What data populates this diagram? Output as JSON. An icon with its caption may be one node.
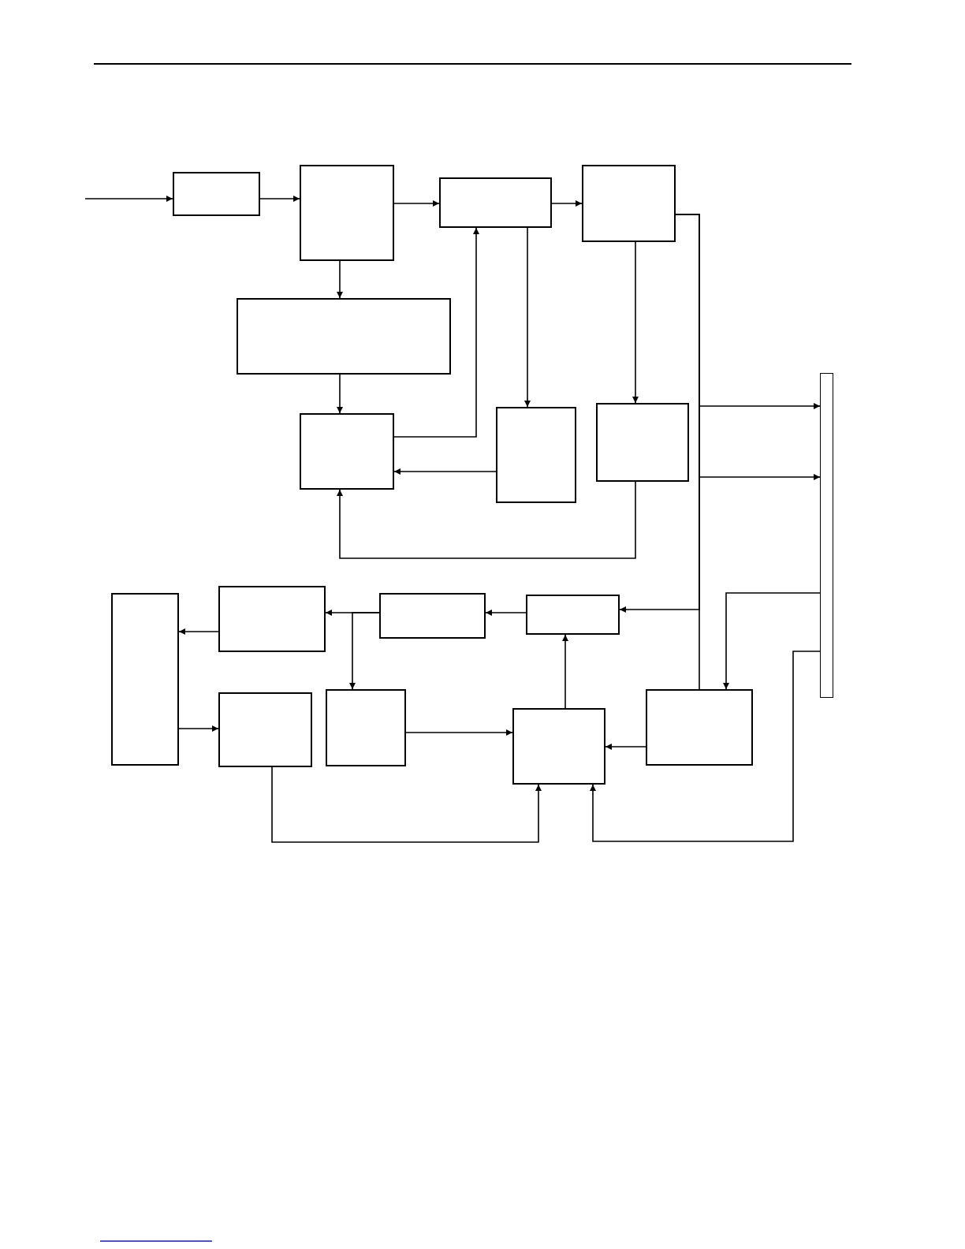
{
  "diagram": {
    "nodes": [
      {
        "text": [],
        "shape": "box"
      },
      {
        "text": [],
        "shape": "box"
      },
      {
        "text": [],
        "shape": "box"
      },
      {
        "text": [],
        "shape": "box"
      },
      {
        "text": [],
        "shape": "box"
      },
      {
        "text": [],
        "shape": "box"
      },
      {
        "text": [],
        "shape": "box"
      },
      {
        "text": [],
        "shape": "box"
      },
      {
        "text": [],
        "shape": "bar"
      },
      {
        "text": [],
        "shape": "box"
      },
      {
        "text": [],
        "shape": "box"
      },
      {
        "text": [],
        "shape": "box"
      },
      {
        "text": [],
        "shape": "box"
      },
      {
        "text": [],
        "shape": "box"
      },
      {
        "text": [],
        "shape": "box"
      },
      {
        "text": [],
        "shape": "box"
      },
      {
        "text": [],
        "shape": "box"
      }
    ],
    "edges": [
      {
        "from": null,
        "to": 0,
        "arrow": "to"
      },
      {
        "from": 0,
        "to": 1,
        "arrow": "to"
      },
      {
        "from": 1,
        "to": 2,
        "arrow": "to"
      },
      {
        "from": 2,
        "to": 3,
        "arrow": "to"
      },
      {
        "from": 1,
        "to": 4,
        "arrow": "to"
      },
      {
        "from": 4,
        "to": 5,
        "arrow": "to"
      },
      {
        "from": 5,
        "to": 2,
        "arrow": "to"
      },
      {
        "from": 2,
        "to": 6,
        "arrow": "to"
      },
      {
        "from": 6,
        "to": 5,
        "arrow": "to"
      },
      {
        "from": 3,
        "to": 7,
        "arrow": "to"
      },
      {
        "from": 7,
        "to": 5,
        "arrow": "to"
      },
      {
        "from": 3,
        "to": 8,
        "arrow": "to"
      },
      {
        "from": 3,
        "to": 8,
        "arrow": "to"
      },
      {
        "from": 3,
        "to": 11,
        "arrow": "to"
      },
      {
        "from": 16,
        "to": 3,
        "arrow": "none"
      },
      {
        "from": 8,
        "to": 16,
        "arrow": "to"
      },
      {
        "from": 8,
        "to": 15,
        "arrow": "to"
      },
      {
        "from": 11,
        "to": 10,
        "arrow": "to"
      },
      {
        "from": 10,
        "to": 9,
        "arrow": "to"
      },
      {
        "from": 10,
        "to": 14,
        "arrow": "to"
      },
      {
        "from": 9,
        "to": 12,
        "arrow": "to"
      },
      {
        "from": 12,
        "to": 13,
        "arrow": "to"
      },
      {
        "from": 13,
        "to": 15,
        "arrow": "to"
      },
      {
        "from": 14,
        "to": 15,
        "arrow": "to"
      },
      {
        "from": 16,
        "to": 15,
        "arrow": "to"
      },
      {
        "from": 15,
        "to": 11,
        "arrow": "to"
      }
    ]
  }
}
